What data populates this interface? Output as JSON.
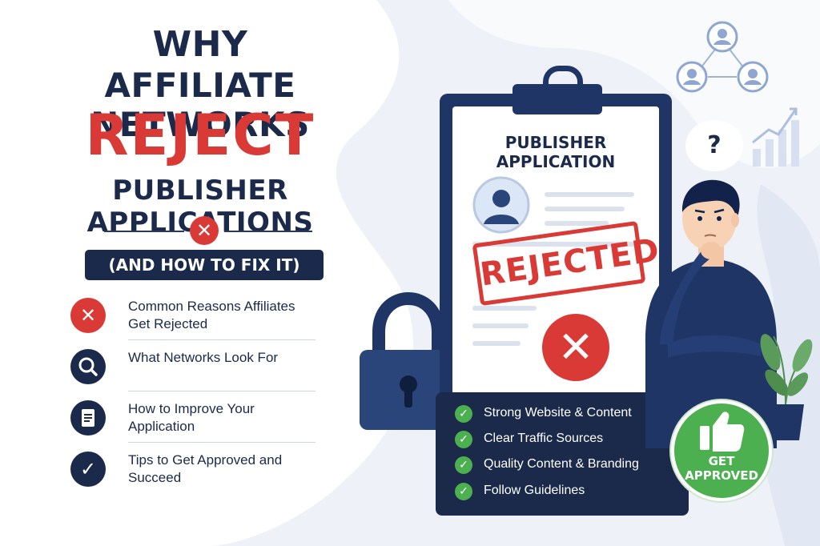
{
  "title": {
    "line1": "WHY",
    "line2": "AFFILIATE NETWORKS",
    "line3": "REJECT",
    "line4": "PUBLISHER APPLICATIONS",
    "subtitle": "(AND HOW TO FIX IT)"
  },
  "list": [
    {
      "icon": "x-icon",
      "text": "Common Reasons Affiliates Get Rejected"
    },
    {
      "icon": "search-icon",
      "text": "What Networks Look For"
    },
    {
      "icon": "document-icon",
      "text": "How to Improve Your Application"
    },
    {
      "icon": "check-icon",
      "text": "Tips to Get Approved and Succeed"
    }
  ],
  "clipboard": {
    "title": "PUBLISHER APPLICATION",
    "stamp": "REJECTED"
  },
  "checklist": [
    "Strong Website & Content",
    "Clear Traffic Sources",
    "Quality Content & Branding",
    "Follow Guidelines"
  ],
  "question": "?",
  "badge": {
    "line1": "GET",
    "line2": "APPROVED"
  },
  "colors": {
    "navy": "#1b2a4a",
    "red": "#d93a35",
    "green": "#4caf50",
    "background": "#eef2f8"
  }
}
